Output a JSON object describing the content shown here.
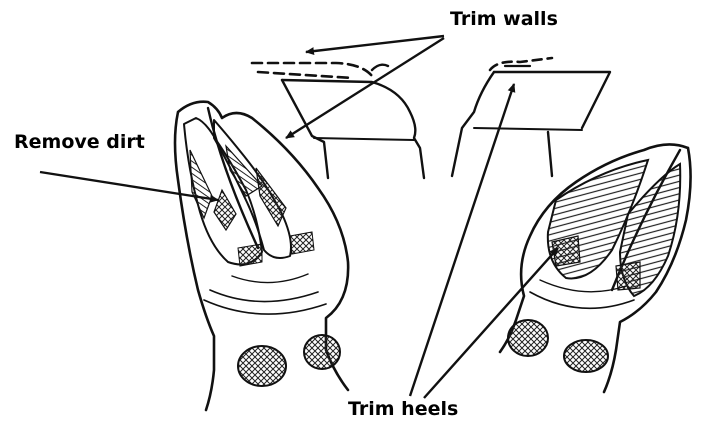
{
  "labels": {
    "trim_walls": "Trim walls",
    "remove_dirt": "Remove dirt",
    "trim_heels": "Trim heels"
  },
  "colors": {
    "ink": "#111111",
    "background": "#ffffff"
  }
}
